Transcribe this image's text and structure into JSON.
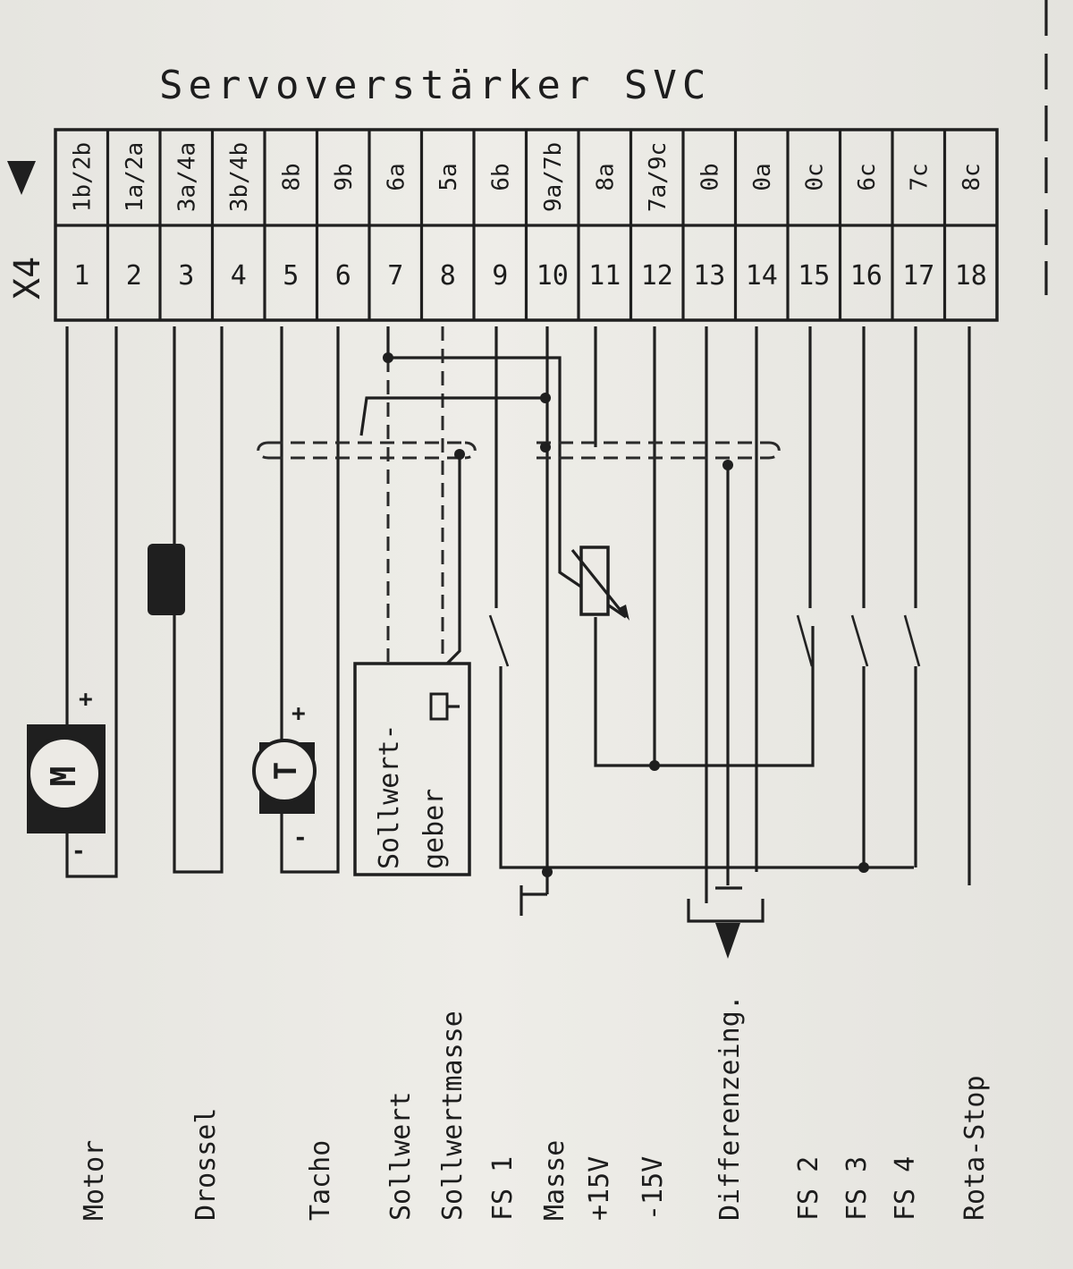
{
  "title": "Servoverstärker SVC",
  "connector": {
    "label": "X4"
  },
  "pins": [
    {
      "num": "1",
      "contact": "1b/2b"
    },
    {
      "num": "2",
      "contact": "1a/2a"
    },
    {
      "num": "3",
      "contact": "3a/4a"
    },
    {
      "num": "4",
      "contact": "3b/4b"
    },
    {
      "num": "5",
      "contact": "8b"
    },
    {
      "num": "6",
      "contact": "9b"
    },
    {
      "num": "7",
      "contact": "6a"
    },
    {
      "num": "8",
      "contact": "5a"
    },
    {
      "num": "9",
      "contact": "6b"
    },
    {
      "num": "10",
      "contact": "9a/7b"
    },
    {
      "num": "11",
      "contact": "8a"
    },
    {
      "num": "12",
      "contact": "7a/9c"
    },
    {
      "num": "13",
      "contact": "0b"
    },
    {
      "num": "14",
      "contact": "0a"
    },
    {
      "num": "15",
      "contact": "0c"
    },
    {
      "num": "16",
      "contact": "6c"
    },
    {
      "num": "17",
      "contact": "7c"
    },
    {
      "num": "18",
      "contact": "8c"
    }
  ],
  "signals": {
    "motor": "Motor",
    "drossel": "Drossel",
    "tacho": "Tacho",
    "sollwert": "Sollwert",
    "sollwertmasse": "Sollwertmasse",
    "fs1": "FS 1",
    "masse": "Masse",
    "plus15": "+15V",
    "minus15": "-15V",
    "differenzeing": "Differenzeing.",
    "fs2": "FS 2",
    "fs3": "FS 3",
    "fs4": "FS 4",
    "rotastop": "Rota-Stop"
  },
  "components": {
    "motor_symbol": "M",
    "tacho_symbol": "T",
    "plus": "+",
    "minus": "-",
    "sollwertgeber_line1": "Sollwert-",
    "sollwertgeber_line2": "geber"
  }
}
